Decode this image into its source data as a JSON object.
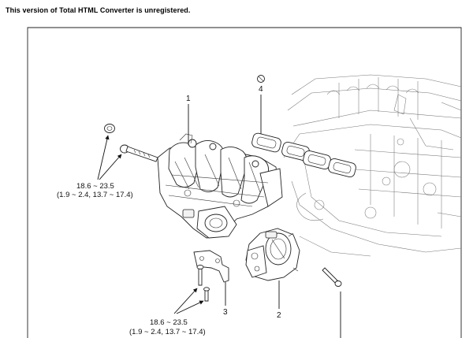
{
  "banner": "This version of Total HTML Converter is unregistered.",
  "callouts": {
    "c1": "1",
    "c2": "2",
    "c3": "3",
    "c4": "4"
  },
  "torque_top": {
    "line1": "18.6 ~ 23.5",
    "line2": "(1.9 ~ 2.4, 13.7 ~ 17.4)"
  },
  "torque_bottom": {
    "line1": "18.6 ~ 23.5",
    "line2": "(1.9 ~ 2.4, 13.7 ~ 17.4)"
  }
}
